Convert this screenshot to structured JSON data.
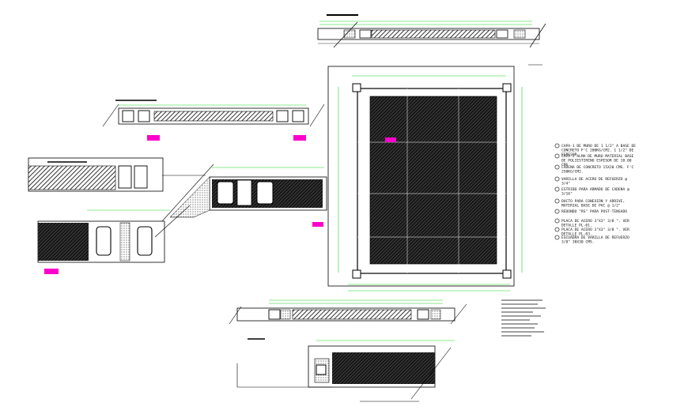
{
  "legend": {
    "items": [
      "CAPA-1 DE MURO DE 1 1/2\" A BASE DE CONCRETO F'C 200KG/CM2. 1 1/2\" DE ESPESOR",
      "CAPA-2 ALMA DE MURO MATERIAL BASE DE POLIESTIRENO ESPESOR DE 10.00 CMS",
      "CADENA DE CONCRETO 15X20 CMS. F'C 250KG/CM2.",
      "VARILLA DE ACERO DE REFUERZO @ 3/4\"",
      "ESTRIBO PARA ARMADO DE CADENA @ 3/16\"",
      "DUCTO PARA CONEXIÓN Y ARRIVE, MATERIAL BASE DE PVC @ 1/2\"",
      "REDONDO \"RS\" PARA POST-TENSADO",
      "PLACA DE ACERO 3\"X3\" 3/8 \". VER DETALLE PL-01.",
      "PLACA DE ACERO 3\"X3\" 3/8 \". VER DETALLE PL-03.",
      "ESCUADRA DE VARILLA DE REFUERZO 3/8\" 30X30 CMS."
    ]
  },
  "colors": {
    "dimension": "#1fd11f",
    "tag": "#ff00cc",
    "ink": "#000000"
  }
}
